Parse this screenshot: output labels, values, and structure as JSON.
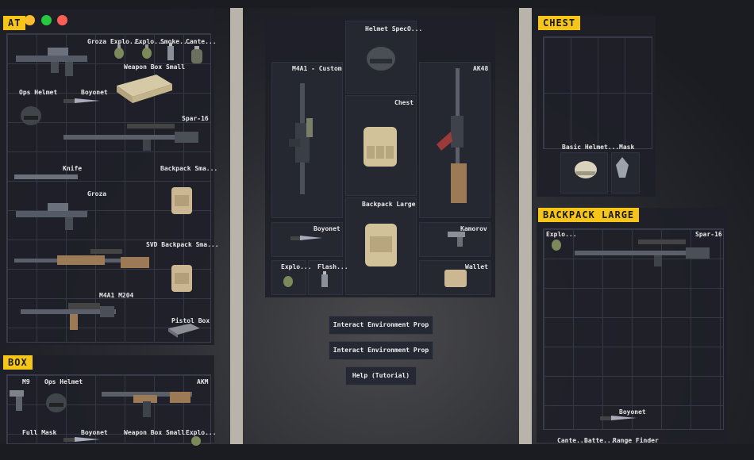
{
  "window": {
    "controls": [
      "close",
      "minimize",
      "maximize"
    ]
  },
  "colors": {
    "title_bg": "#f5c518",
    "panel_bg": "#1e2028",
    "grid_line": "#343744",
    "close": "#ff5f56",
    "minimize": "#ffbd2e",
    "maximize": "#27c93f"
  },
  "at_panel": {
    "title": "AT",
    "items": [
      "Groza Explo...",
      "Explo...",
      "Smoke...",
      "Cante...",
      "Weapon Box Small",
      "Ops Helmet",
      "Boyonet",
      "Spar-16",
      "Knife",
      "Backpack Sma...",
      "Groza",
      "SVD Backpack Sma...",
      "M4A1 M204",
      "Pistol Box"
    ]
  },
  "box_panel": {
    "title": "BOX",
    "items": [
      "M9",
      "Ops Helmet",
      "AKM",
      "Full Mask",
      "Boyonet",
      "Weapon Box Small",
      "Explo..."
    ]
  },
  "equipment": {
    "slots": [
      "Helmet SpecO...",
      "M4A1 - Custom",
      "AK48",
      "Chest",
      "Backpack Large",
      "Boyonet",
      "Kamorov",
      "Explo...",
      "Flash...",
      "Wallet"
    ]
  },
  "chest_panel": {
    "title": "CHEST",
    "items": [
      "Basic Helmet...",
      "Mask"
    ]
  },
  "backpack_panel": {
    "title": "BACKPACK LARGE",
    "items": [
      "Explo...",
      "Spar-16",
      "Boyonet",
      "Cante...",
      "Batte...",
      "Range Finder"
    ]
  },
  "buttons": {
    "interact_1": "Interact Environment Prop",
    "interact_2": "Interact Environment Prop",
    "help": "Help (Tutorial)"
  }
}
